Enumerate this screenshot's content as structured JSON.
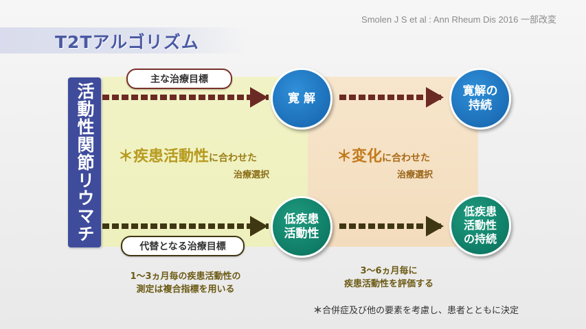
{
  "citation": "Smolen J S et al : Ann Rheum Dis 2016 一部改変",
  "title": "T2Tアルゴリズム",
  "left_label": "活動性関節リウマチ",
  "top_pill": "主な治療目標",
  "bottom_pill": "代替となる治療目標",
  "circles": {
    "remission": "寛 解",
    "remission_sustained": [
      "寛解の",
      "持続"
    ],
    "low_activity": [
      "低疾患",
      "活動性"
    ],
    "low_activity_sustained": [
      "低疾患",
      "活動性",
      "の持続"
    ]
  },
  "left_zone": {
    "star": "＊",
    "main": "疾患活動性",
    "small": "に合わせた",
    "sub": "治療選択"
  },
  "right_zone": {
    "star": "＊",
    "main": "変化",
    "small": "に合わせた",
    "sub": "治療選択"
  },
  "left_note": [
    "1〜3ヵ月毎の疾患活動性の",
    "測定は複合指標を用いる"
  ],
  "right_note": [
    "3〜6ヵ月毎に",
    "疾患活動性を評価する"
  ],
  "footnote": {
    "mark": "＊",
    "text": "合併症及び他の要素を考慮し、患者とともに決定"
  },
  "colors": {
    "label_blue": "#3f4c9c",
    "circle_blue": "#1c6fb8",
    "circle_green": "#0f7c66",
    "arrow_red": "#6b2a24",
    "arrow_olive": "#3f3612",
    "zone_yellow": "#eef0bd",
    "zone_orange": "#f3dcbd"
  }
}
